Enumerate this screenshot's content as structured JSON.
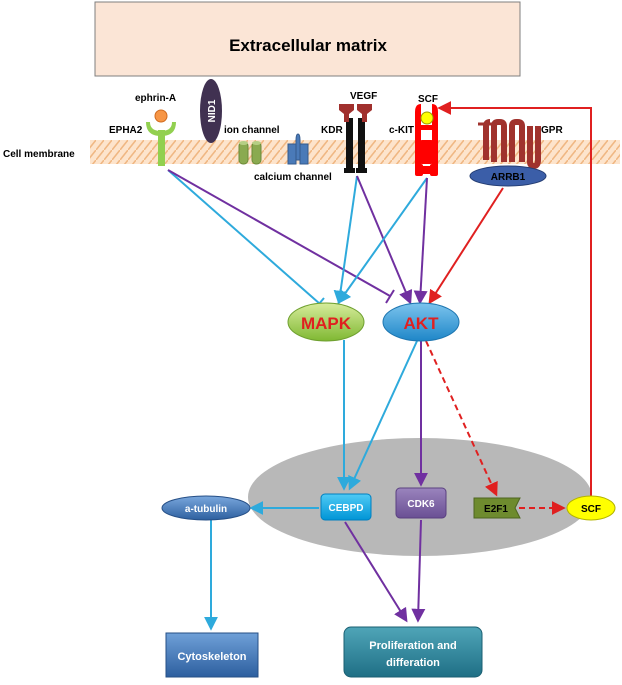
{
  "extracellular_matrix": "Extracellular matrix",
  "cell_membrane": "Cell membrane",
  "receptors": {
    "epha2": "EPHA2",
    "ephrin_a": "ephrin-A",
    "nid1": "NID1",
    "ion_channel": "ion channel",
    "calcium_channel": "calcium channel",
    "kdr": "KDR",
    "vegf": "VEGF",
    "c_kit": "c-KIT",
    "scf_ligand": "SCF",
    "gpr": "GPR",
    "arrb1": "ARRB1"
  },
  "nodes": {
    "mapk": "MAPK",
    "akt": "AKT",
    "a_tubulin": "a-tubulin",
    "cebpd": "CEBPD",
    "cdk6": "CDK6",
    "e2f1": "E2F1",
    "scf": "SCF",
    "cytoskeleton": "Cytoskeleton",
    "proliferation_line1": "Proliferation and",
    "proliferation_line2": "differation"
  },
  "colors": {
    "ecm_fill": "#fbe5d6",
    "membrane": "#fbd5b5",
    "blue_arrow": "#2eaadc",
    "purple_arrow": "#7030a0",
    "red_arrow": "#e02020",
    "mapk_green": "#8cc63f",
    "akt_blue": "#2f9ad8",
    "nucleus_gray": "#b8b8b8",
    "scf_yellow": "#ffff00",
    "e2f1_green": "#6e8b2e",
    "cebpd_blue": "#00b0f0",
    "cdk6_purple": "#8064a2",
    "vegf_red": "#a0302d",
    "ckit_red": "#ff0000",
    "gpr_brown": "#a0322d",
    "arrb1_blue": "#3b5ea8",
    "nid1_purple": "#403151",
    "ion_green": "#8aaa50",
    "calcium_blue": "#4a7ab8",
    "epha2_green": "#92d050",
    "ephrin_orange": "#f79646"
  }
}
